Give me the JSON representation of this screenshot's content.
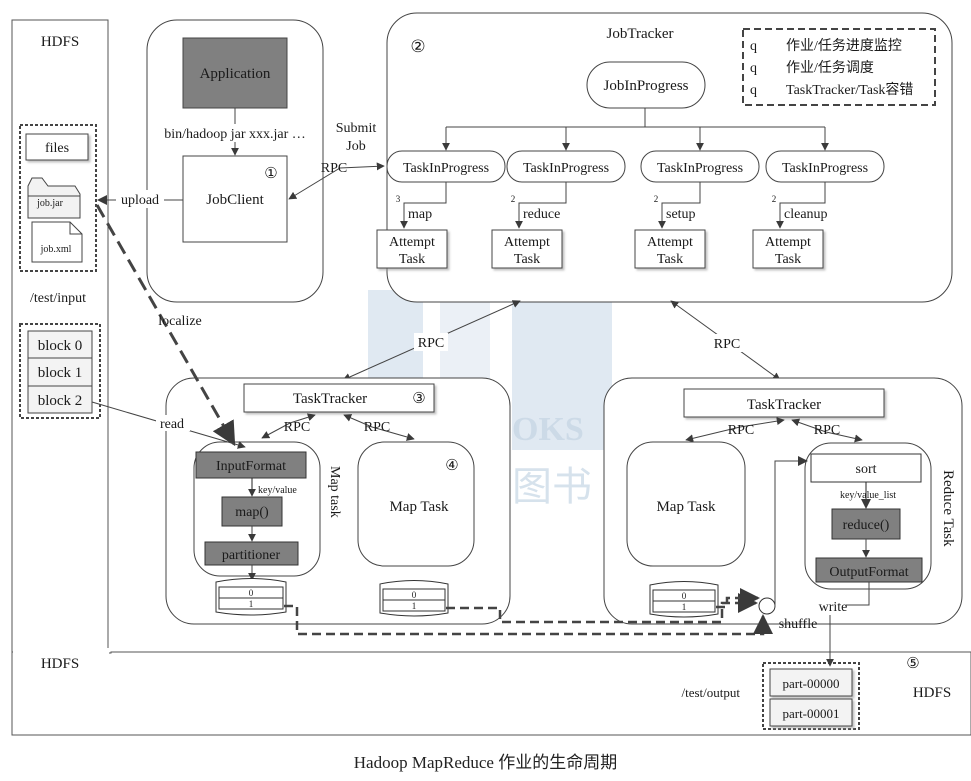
{
  "caption": "Hadoop MapReduce 作业的生命周期",
  "hdfs_left": {
    "title": "HDFS",
    "files_label": "files",
    "jar_label": "job.jar",
    "xml_label": "job.xml",
    "input_path": "/test/input",
    "blocks": [
      "block 0",
      "block 1",
      "block 2"
    ]
  },
  "client": {
    "application": "Application",
    "command": "bin/hadoop jar xxx.jar …",
    "jobclient": "JobClient",
    "step": "①",
    "upload": "upload",
    "submit_line1": "Submit",
    "submit_line2": "Job",
    "rpc": "RPC"
  },
  "jobtracker": {
    "title": "JobTracker",
    "step": "②",
    "job_in_progress": "JobInProgress",
    "legend_items": [
      {
        "bullet": "q",
        "text": "作业/任务进度监控"
      },
      {
        "bullet": "q",
        "text": "作业/任务调度"
      },
      {
        "bullet": "q",
        "text": "TaskTracker/Task容错"
      }
    ],
    "tasks": [
      {
        "tip": "TaskInProgress",
        "count": "3",
        "kind": "map",
        "attempt1": "Attempt",
        "attempt2": "Task"
      },
      {
        "tip": "TaskInProgress",
        "count": "2",
        "kind": "reduce",
        "attempt1": "Attempt",
        "attempt2": "Task"
      },
      {
        "tip": "TaskInProgress",
        "count": "2",
        "kind": "setup",
        "attempt1": "Attempt",
        "attempt2": "Task"
      },
      {
        "tip": "TaskInProgress",
        "count": "2",
        "kind": "cleanup",
        "attempt1": "Attempt",
        "attempt2": "Task"
      }
    ]
  },
  "links": {
    "localize": "localize",
    "read": "read",
    "rpc_left": "RPC",
    "rpc_right": "RPC",
    "shuffle": "shuffle",
    "write": "write"
  },
  "map_node": {
    "tasktracker": "TaskTracker",
    "step3": "③",
    "step4": "④",
    "rpc_a": "RPC",
    "rpc_b": "RPC",
    "input_format": "InputFormat",
    "kv": "key/value",
    "map_fn": "map()",
    "partitioner": "partitioner",
    "map_task_vertical": "Map task",
    "other_map_task": "Map Task",
    "partition_0": "0",
    "partition_1": "1"
  },
  "reduce_node": {
    "tasktracker": "TaskTracker",
    "rpc_a": "RPC",
    "rpc_b": "RPC",
    "map_task": "Map Task",
    "sort": "sort",
    "kvlist": "key/value_list",
    "reduce_fn": "reduce()",
    "output_format": "OutputFormat",
    "reduce_task_vertical": "Reduce Task",
    "partition_0": "0",
    "partition_1": "1"
  },
  "hdfs_bottom": {
    "title_left": "HDFS",
    "output_path": "/test/output",
    "step": "⑤",
    "title_right": "HDFS",
    "parts": [
      "part-00000",
      "part-00001"
    ]
  },
  "colors": {
    "dark_box": "#7f7f7f",
    "mid_box": "#808080",
    "line": "#404040",
    "watermark": "#dbe6f0"
  }
}
